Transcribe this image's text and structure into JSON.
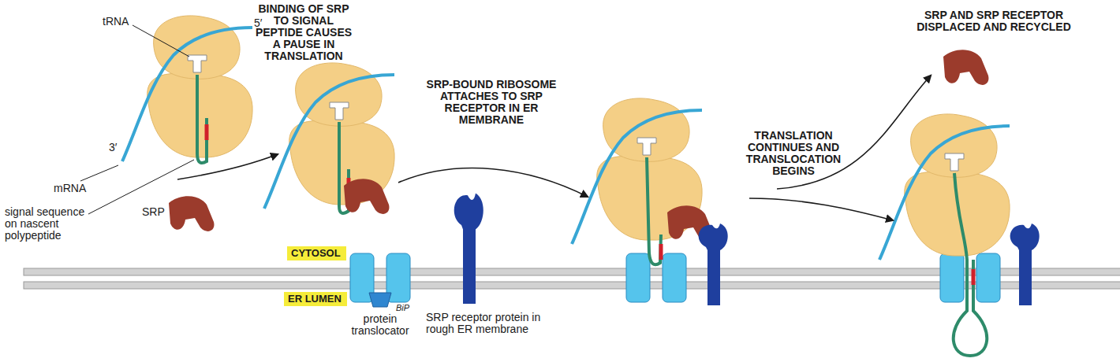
{
  "diagram": {
    "nodes": [
      {
        "text": [
          "CYTOSOL"
        ]
      },
      {
        "text": [
          "ER LUMEN"
        ]
      }
    ],
    "labels": [
      "BINDING OF SRP TO SIGNAL PEPTIDE CAUSES A PAUSE IN TRANSLATION",
      "tRNA",
      "5′",
      "3′",
      "mRNA",
      "signal sequence on nascent polypeptide",
      "SRP",
      "SRP-BOUND RIBOSOME ATTACHES TO SRP RECEPTOR IN ER MEMBRANE",
      "protein translocator",
      "BiP",
      "SRP receptor protein in rough ER membrane",
      "TRANSLATION CONTINUES AND TRANSLOCATION BEGINS",
      "SRP AND SRP RECEPTOR DISPLACED AND RECYCLED"
    ]
  }
}
